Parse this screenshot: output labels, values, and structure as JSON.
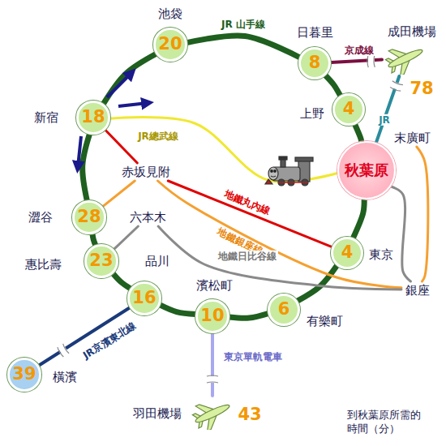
{
  "diagram": {
    "nodes": [
      {
        "text": [
          "池袋",
          "20"
        ]
      },
      {
        "text": [
          "日暮里",
          "8"
        ]
      },
      {
        "text": [
          "成田機場",
          "78"
        ]
      },
      {
        "text": [
          "上野",
          "4"
        ]
      },
      {
        "text": [
          "新宿",
          "18"
        ]
      },
      {
        "text": [
          "末廣町"
        ]
      },
      {
        "text": [
          "秋葉原"
        ]
      },
      {
        "text": [
          "赤坂見附"
        ]
      },
      {
        "text": [
          "澀谷",
          "28"
        ]
      },
      {
        "text": [
          "六本木"
        ]
      },
      {
        "text": [
          "惠比壽",
          "23"
        ]
      },
      {
        "text": [
          "品川",
          "16"
        ]
      },
      {
        "text": [
          "東京",
          "4"
        ]
      },
      {
        "text": [
          "銀座"
        ]
      },
      {
        "text": [
          "濱松町",
          "10"
        ]
      },
      {
        "text": [
          "有樂町",
          "6"
        ]
      },
      {
        "text": [
          "橫濱",
          "39"
        ]
      },
      {
        "text": [
          "羽田機場",
          "43"
        ]
      }
    ],
    "edges": [
      {
        "from": 0,
        "to": 1,
        "arrow": "none",
        "label": "JR 山手線"
      },
      {
        "from": 1,
        "to": 3,
        "arrow": "none"
      },
      {
        "from": 3,
        "to": 6,
        "arrow": "none"
      },
      {
        "from": 6,
        "to": 12,
        "arrow": "none"
      },
      {
        "from": 12,
        "to": 15,
        "arrow": "none"
      },
      {
        "from": 15,
        "to": 14,
        "arrow": "none"
      },
      {
        "from": 14,
        "to": 11,
        "arrow": "none"
      },
      {
        "from": 11,
        "to": 10,
        "arrow": "none"
      },
      {
        "from": 10,
        "to": 8,
        "arrow": "none"
      },
      {
        "from": 8,
        "to": 4,
        "arrow": "none"
      },
      {
        "from": 4,
        "to": 0,
        "arrow": "none"
      },
      {
        "from": 1,
        "to": 2,
        "arrow": "none",
        "label": "京成線"
      },
      {
        "from": 6,
        "to": 2,
        "arrow": "none",
        "label": "JR"
      },
      {
        "from": 4,
        "to": 6,
        "arrow": "none",
        "label": "JR總武線"
      },
      {
        "from": 4,
        "to": 7,
        "arrow": "none"
      },
      {
        "from": 7,
        "to": 12,
        "arrow": "none",
        "label": "地鐵丸內線"
      },
      {
        "from": 8,
        "to": 7,
        "arrow": "none"
      },
      {
        "from": 7,
        "to": 13,
        "arrow": "none",
        "label": "地鐵銀座線"
      },
      {
        "from": 13,
        "to": 5,
        "arrow": "none"
      },
      {
        "from": 10,
        "to": 9,
        "arrow": "none"
      },
      {
        "from": 9,
        "to": 13,
        "arrow": "none",
        "label": "地鐵日比谷線"
      },
      {
        "from": 13,
        "to": 6,
        "arrow": "none"
      },
      {
        "from": 11,
        "to": 16,
        "arrow": "none",
        "label": "JR京濱東北線"
      },
      {
        "from": 14,
        "to": 17,
        "arrow": "none",
        "label": "東京單軌電車"
      }
    ],
    "labels": [
      "到秋葉原所需的 時間（分）"
    ]
  }
}
